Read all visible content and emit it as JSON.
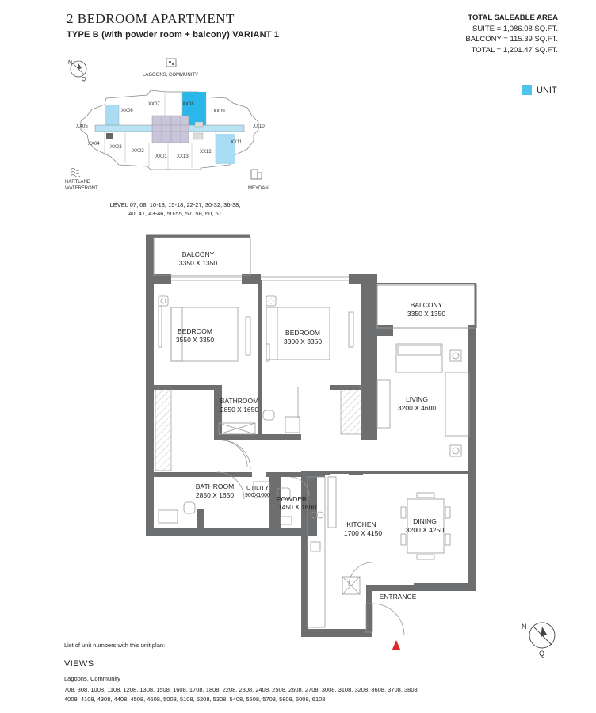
{
  "header": {
    "title": "2 BEDROOM APARTMENT",
    "subtitle": "TYPE B (with powder room + balcony) VARIANT 1"
  },
  "area": {
    "heading": "TOTAL SALEABLE AREA",
    "suite": "SUITE = 1,086.08 SQ.FT.",
    "balcony": "BALCONY = 115.39 SQ.FT.",
    "total": "TOTAL = 1,201.47 SQ.FT."
  },
  "legend": {
    "label": "UNIT",
    "color": "#4ec3ee"
  },
  "keyplan": {
    "top_label": "LAGOONS, COMMUNITY",
    "left_label_1": "HARTLAND",
    "left_label_2": "WATERFRONT",
    "right_label": "MEYDAN",
    "units": [
      "XX07",
      "XX08",
      "XX09",
      "XX06",
      "XX05",
      "XX10",
      "XX04",
      "XX03",
      "XX02",
      "XX01",
      "XX13",
      "XX12",
      "XX11"
    ],
    "levels_1": "LEVEL 07, 08, 10-13, 15-18, 22-27, 30-32, 36-38,",
    "levels_2": "40, 41, 43-46, 50-55, 57, 58, 60, 61"
  },
  "compass": {
    "n": "N",
    "q": "Q"
  },
  "rooms": {
    "balcony1_name": "BALCONY",
    "balcony1_dim": "3350 X 1350",
    "balcony2_name": "BALCONY",
    "balcony2_dim": "3350 X 1350",
    "bed1_name": "BEDROOM",
    "bed1_dim": "3550 X 3350",
    "bed2_name": "BEDROOM",
    "bed2_dim": "3300 X 3350",
    "bath1_name": "BATHROOM",
    "bath1_dim": "2850 X 1650",
    "bath2_name": "BATHROOM",
    "bath2_dim": "2850 X 1650",
    "living_name": "LIVING",
    "living_dim": "3200 X 4600",
    "utility_name": "UTILITY",
    "utility_dim": "900X1000",
    "powder_name": "POWDER",
    "powder_dim": "1450 X 1600",
    "kitchen_name": "KITCHEN",
    "kitchen_dim": "1700 X 4150",
    "dining_name": "DINING",
    "dining_dim": "3200 X 4250",
    "entrance_name": "ENTRANCE"
  },
  "footer": {
    "list_note": "List of unit numbers with this unit plan:",
    "views_heading": "VIEWS",
    "views_sub": "Lagoons, Community",
    "unit_line_1": "708, 808, 1008, 1108, 1208, 1308, 1508, 1608, 1708, 1808, 2208, 2308, 2408, 2508, 2608, 2708, 3008, 3108, 3208, 3608, 3708, 3808,",
    "unit_line_2": "4008, 4108, 4308, 4408, 4508, 4608, 5008, 5108, 5208, 5308, 5408, 5508, 5708, 5808, 6008, 6108"
  }
}
